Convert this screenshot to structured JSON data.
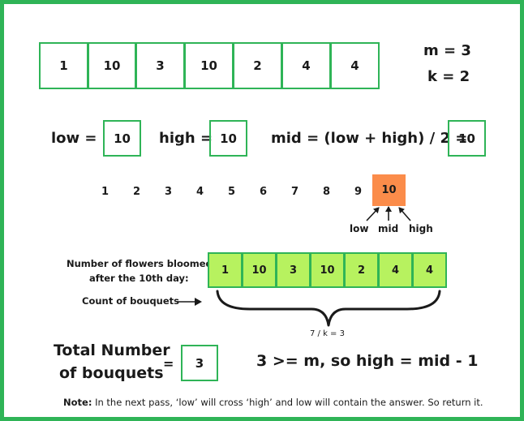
{
  "array": [
    "1",
    "10",
    "3",
    "10",
    "2",
    "4",
    "4"
  ],
  "params": {
    "m": "m = 3",
    "k": "k = 2"
  },
  "low": {
    "label": "low =",
    "value": "10"
  },
  "high": {
    "label": "high =",
    "value": "10"
  },
  "mid": {
    "label": "mid = (low + high) / 2 =",
    "value": "10"
  },
  "numbers": [
    "1",
    "2",
    "3",
    "4",
    "5",
    "6",
    "7",
    "8",
    "9",
    "10"
  ],
  "pointers": {
    "low": "low",
    "mid": "mid",
    "high": "high"
  },
  "bloom_label": {
    "line1": "Number of flowers bloomed",
    "line2": "after the 10th day:"
  },
  "bloomed": [
    "1",
    "10",
    "3",
    "10",
    "2",
    "4",
    "4"
  ],
  "count_label": "Count of bouquets",
  "bouquet_calc": "7 / k = 3",
  "total": {
    "line1": "Total Number",
    "line2": "of bouquets",
    "equals": "=",
    "value": "3"
  },
  "conclusion": "3 >= m, so high = mid - 1",
  "note": {
    "prefix": "Note:",
    "text": " In the next pass, ‘low’ will cross ‘high’ and low will contain the answer. So return it."
  },
  "colors": {
    "green": "#2fb457",
    "lime": "#b7f25f",
    "orange": "#fb8c4a"
  }
}
